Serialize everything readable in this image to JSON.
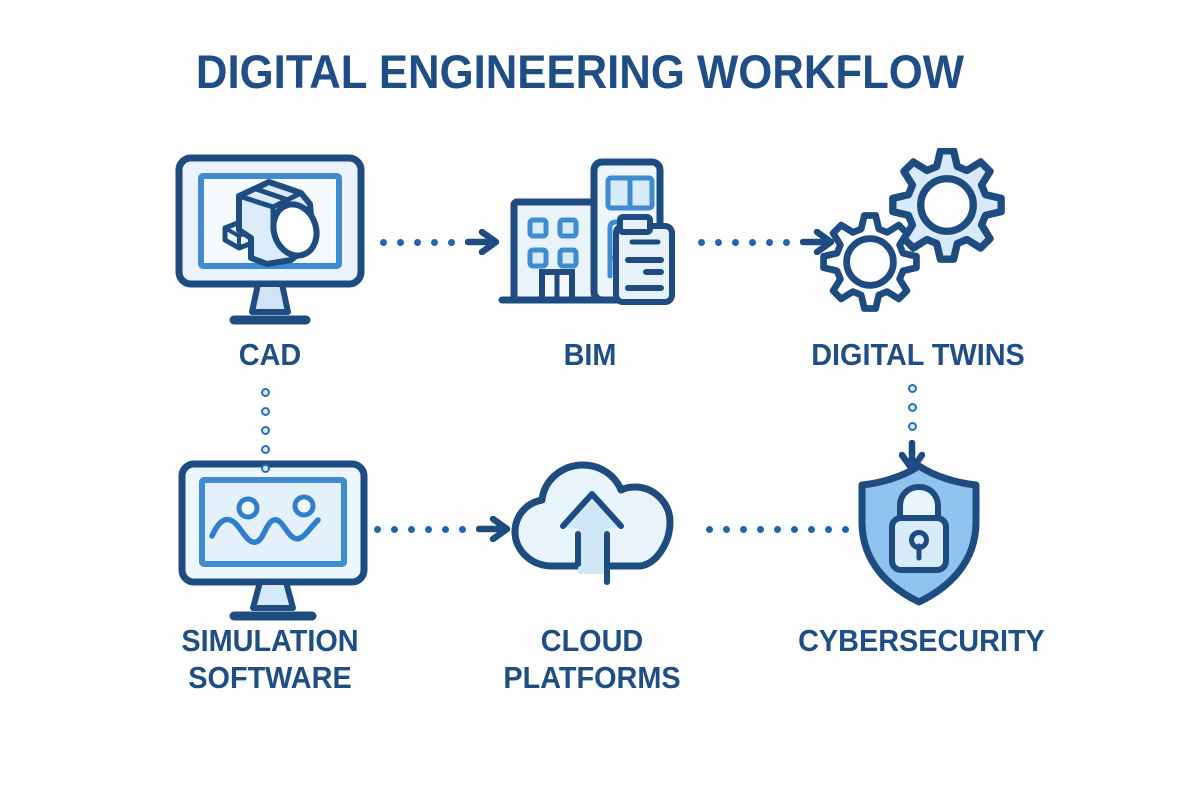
{
  "title": "DIGITAL ENGINEERING WORKFLOW",
  "nodes": [
    {
      "id": "cad",
      "label": "CAD",
      "icon": "cad-monitor-icon"
    },
    {
      "id": "bim",
      "label": "BIM",
      "icon": "bim-buildings-icon"
    },
    {
      "id": "digital-twins",
      "label": "DIGITAL TWINS",
      "icon": "gears-icon"
    },
    {
      "id": "simulation-software",
      "label": "SIMULATION SOFTWARE",
      "icon": "simulation-monitor-icon"
    },
    {
      "id": "cloud-platforms",
      "label": "CLOUD PLATFORMS",
      "icon": "cloud-upload-icon"
    },
    {
      "id": "cybersecurity",
      "label": "CYBERSECURITY",
      "icon": "shield-lock-icon"
    }
  ],
  "connectors": [
    {
      "id": "cad-to-bim",
      "from": "cad",
      "to": "bim",
      "style": "dotted",
      "direction": "right",
      "arrowhead": true,
      "dots": 5
    },
    {
      "id": "bim-to-digital-twins",
      "from": "bim",
      "to": "digital-twins",
      "style": "dotted",
      "direction": "right",
      "arrowhead": true,
      "dots": 6
    },
    {
      "id": "cad-to-simulation-software",
      "from": "cad",
      "to": "simulation-software",
      "style": "dotted",
      "direction": "down",
      "arrowhead": false,
      "dots": 5
    },
    {
      "id": "digital-twins-to-cybersecurity",
      "from": "digital-twins",
      "to": "cybersecurity",
      "style": "dotted",
      "direction": "down",
      "arrowhead": true,
      "dots": 3
    },
    {
      "id": "simulation-software-to-cloud-platforms",
      "from": "simulation-software",
      "to": "cloud-platforms",
      "style": "dotted",
      "direction": "right",
      "arrowhead": true,
      "dots": 6
    },
    {
      "id": "cloud-platforms-to-cybersecurity",
      "from": "cloud-platforms",
      "to": "cybersecurity",
      "style": "dotted",
      "direction": "right",
      "arrowhead": false,
      "dots": 9
    }
  ],
  "colors": {
    "background": "#fefefe",
    "outline_navy": "#1e4c80",
    "accent_blue": "#3e8bd1",
    "dot_blue": "#2565ad",
    "fill_light": "#eaf3fc",
    "fill_mid": "#d8ebfa",
    "shield_blue": "#8fc2ec",
    "text_navy": "#1f4e87"
  }
}
